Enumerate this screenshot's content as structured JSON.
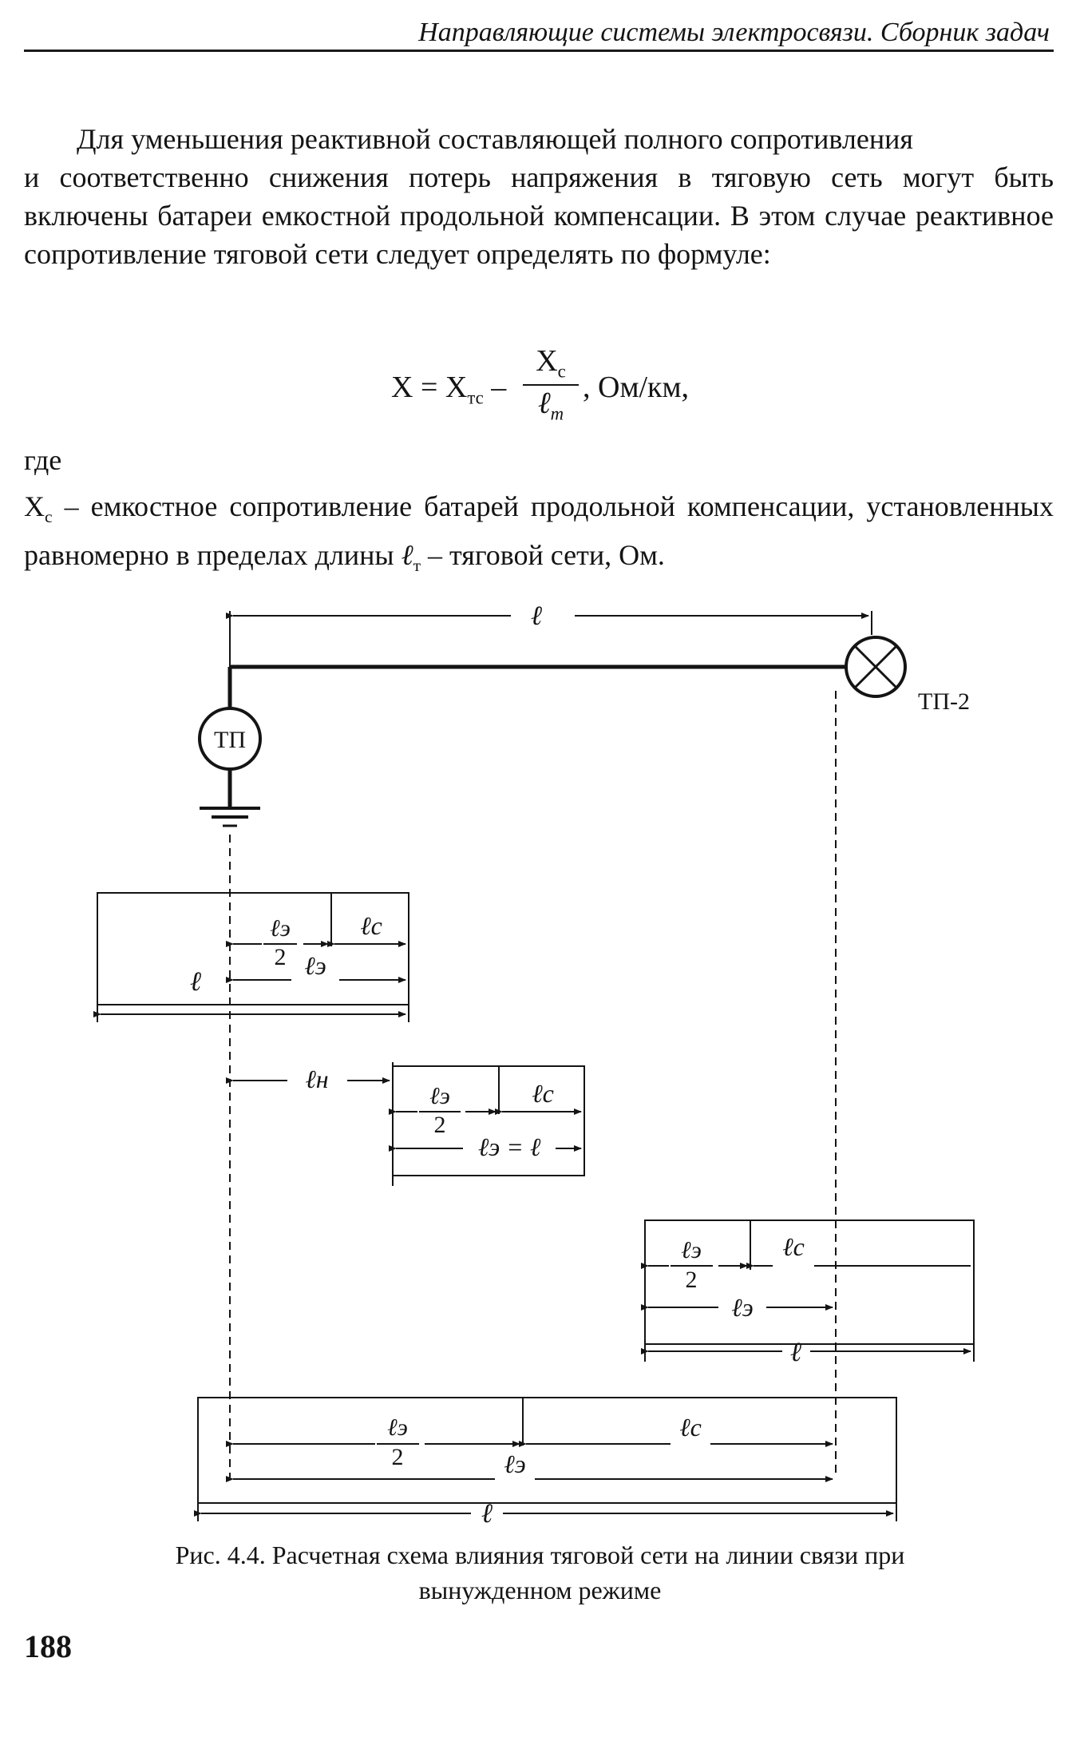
{
  "header": {
    "title": "Направляющие системы электросвязи. Сборник задач"
  },
  "paragraph": {
    "line1": "Для уменьшения реактивной составляющей полного сопротивления",
    "rest": "и соответственно снижения потерь напряжения в тяговую сеть могут быть включены батареи емкостной продольной компенсации. В этом случае реактивное сопротивление тяговой сети следует определять по формуле:"
  },
  "formula": {
    "lhs": "X = X",
    "lhs_sub": "тс",
    "minus": " –",
    "numerator": "X",
    "numerator_sub": "c",
    "denominator": "ℓ",
    "denominator_sub": "т",
    "rhs": ", Ом/км,"
  },
  "where": "где",
  "definition": {
    "symbol": "X",
    "symbol_sub": "c",
    "text_a": " – емкостное сопротивление батарей продольной компенсации, установленных равномерно в пределах длины ",
    "ell": "ℓ",
    "ell_sub": "т",
    "text_b": " – тяговой сети, Ом."
  },
  "diagram": {
    "length_label": "ℓ",
    "tp_label": "ТП",
    "tp2_label": "ТП-2",
    "le_label": "ℓэ",
    "le_half_num": "ℓэ",
    "le_half_den": "2",
    "lc_label": "ℓc",
    "lh_label": "ℓн",
    "le_equals_l": "ℓэ = ℓ"
  },
  "caption": {
    "line1": "Рис. 4.4. Расчетная схема влияния тяговой сети на линии связи при",
    "line2": "вынужденном режиме"
  },
  "page_number": "188"
}
